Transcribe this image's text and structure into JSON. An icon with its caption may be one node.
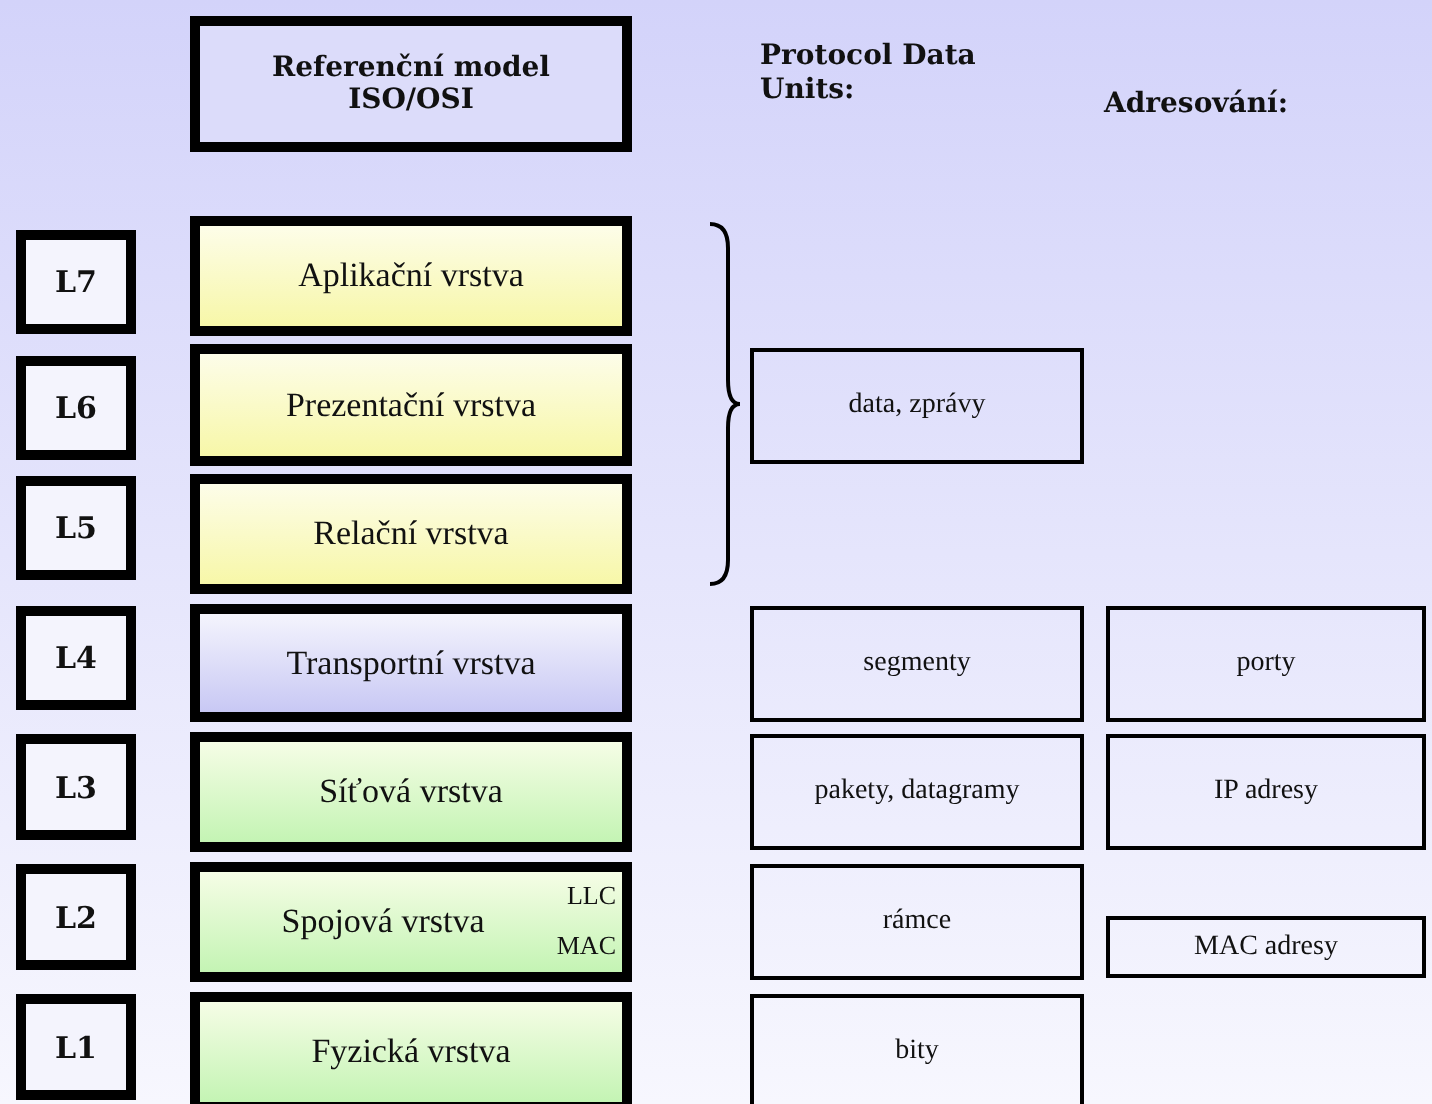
{
  "diagram": {
    "nodes": [
      {
        "text": [
          "Referenční model ISO/OSI"
        ]
      },
      {
        "text": [
          "L7"
        ]
      },
      {
        "text": [
          "Aplikační vrstva"
        ]
      },
      {
        "text": [
          "L6"
        ]
      },
      {
        "text": [
          "Prezentační vrstva"
        ]
      },
      {
        "text": [
          "data, zprávy"
        ]
      },
      {
        "text": [
          "L5"
        ]
      },
      {
        "text": [
          "Relační vrstva"
        ]
      },
      {
        "text": [
          "L4"
        ]
      },
      {
        "text": [
          "Transportní vrstva"
        ]
      },
      {
        "text": [
          "segmenty"
        ]
      },
      {
        "text": [
          "porty"
        ]
      },
      {
        "text": [
          "L3"
        ]
      },
      {
        "text": [
          "Síťová vrstva"
        ]
      },
      {
        "text": [
          "pakety, datagramy"
        ]
      },
      {
        "text": [
          "IP adresy"
        ]
      },
      {
        "text": [
          "L2"
        ]
      },
      {
        "text": [
          "Spojová vrstva",
          "LLC",
          "MAC"
        ]
      },
      {
        "text": [
          "rámce"
        ]
      },
      {
        "text": [
          "MAC adresy"
        ]
      },
      {
        "text": [
          "L1"
        ]
      },
      {
        "text": [
          "Fyzická vrstva"
        ]
      },
      {
        "text": [
          "bity"
        ]
      }
    ],
    "edges": [],
    "labels": [
      "Protocol Data Units:",
      "Adresování:"
    ]
  }
}
